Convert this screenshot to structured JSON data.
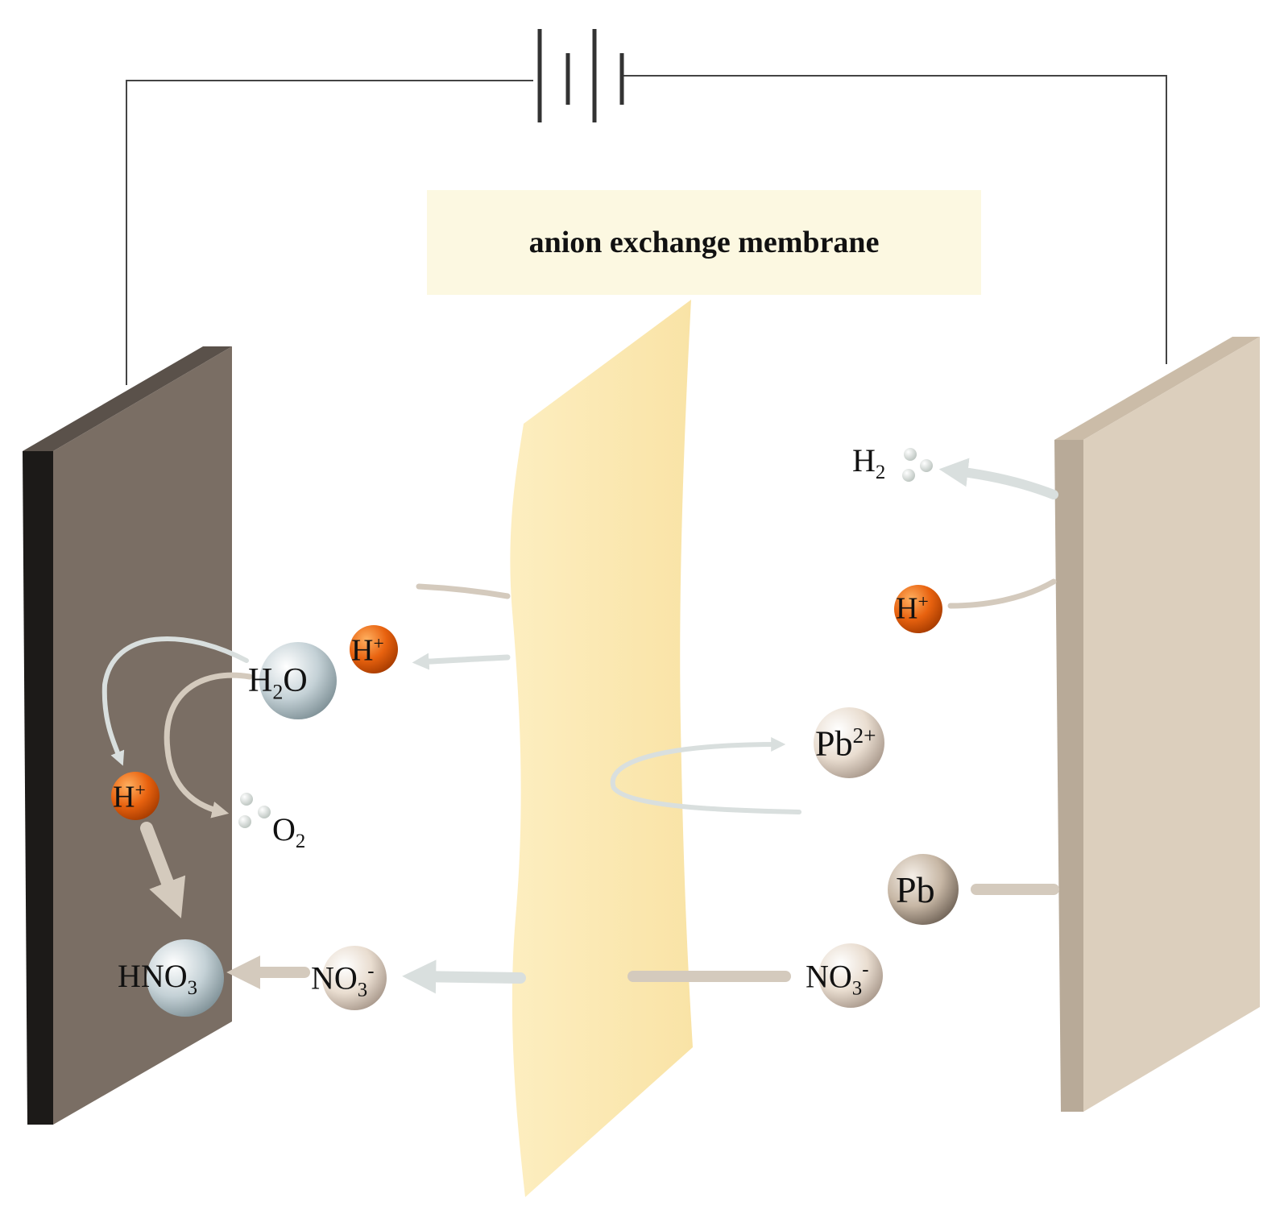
{
  "diagram": {
    "membrane_label": "anion exchange membrane",
    "species": {
      "h2": {
        "base": "H",
        "sub": "2"
      },
      "o2": {
        "base": "O",
        "sub": "2"
      },
      "h2o": {
        "pre": "H",
        "sub": "2",
        "post": "O"
      },
      "h_plus_membrane": {
        "base": "H",
        "sup": "+"
      },
      "h_plus_anode": {
        "base": "H",
        "sup": "+"
      },
      "h_plus_cathode": {
        "base": "H",
        "sup": "+"
      },
      "hno3": {
        "base": "HNO",
        "sub": "3"
      },
      "no3_left": {
        "base": "NO",
        "sub": "3",
        "sup": "-"
      },
      "no3_right": {
        "base": "NO",
        "sub": "3",
        "sup": "-"
      },
      "pb2_plus": {
        "base": "Pb",
        "sup": "2+"
      },
      "pb": {
        "base": "Pb"
      }
    }
  },
  "colors": {
    "anode_face": "#7a6e64",
    "anode_edge": "#1c1a18",
    "cathode_face": "#dccfbd",
    "cathode_edge": "#b8aa98",
    "membrane": "#fbe9b4",
    "membrane_label_bg": "#fcf8e1",
    "wire": "#444444",
    "proton": "#e8620f",
    "arrow": "#d4cabd",
    "arrow_light": "#d9dfde"
  }
}
